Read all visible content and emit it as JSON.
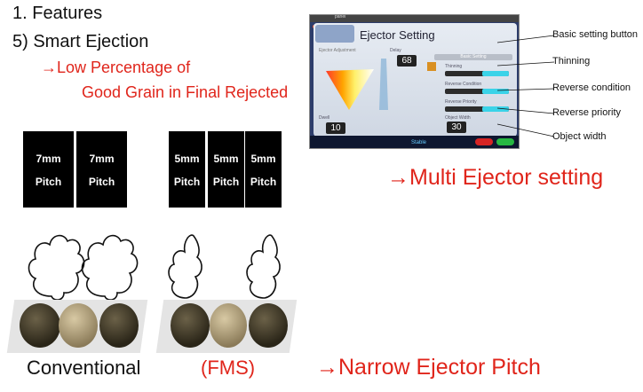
{
  "heading": {
    "line1": "1. Features",
    "line2": "5) Smart Ejection",
    "red_line1": "→Low Percentage of",
    "red_line2": "Good Grain in Final Rejected"
  },
  "pitch_labels": {
    "conventional": [
      {
        "size": "7mm",
        "word": "Pitch"
      },
      {
        "size": "7mm",
        "word": "Pitch"
      }
    ],
    "fms": [
      {
        "size": "5mm",
        "word": "Pitch"
      },
      {
        "size": "5mm",
        "word": "Pitch"
      },
      {
        "size": "5mm",
        "word": "Pitch"
      }
    ]
  },
  "captions": {
    "conventional": "Conventional",
    "fms": "(FMS)",
    "narrow": "→Narrow Ejector Pitch",
    "multi": "→Multi Ejector setting"
  },
  "colors": {
    "red": "#e0251b",
    "black": "#000000",
    "cyan_bar": "#3ad3e8"
  },
  "screenshot": {
    "window_title": "panel",
    "title": "Ejector Setting",
    "subtitle": "Ejector Adjustment",
    "basic_setting": "Basic Setting",
    "delay_label": "Delay",
    "delay_value": "68",
    "dwell_label": "Dwell",
    "dwell_value": "10",
    "thinning_label": "Thinning",
    "reverse_condition_label": "Reverse Condition",
    "reverse_priority_label": "Reverse Priority",
    "object_width_label": "Object Width",
    "object_width_value": "30",
    "status": "Stable"
  },
  "callouts": {
    "basic": "Basic setting button",
    "thinning": "Thinning",
    "reverse_condition": "Reverse condition",
    "reverse_priority": "Reverse priority",
    "object_width": "Object width"
  }
}
